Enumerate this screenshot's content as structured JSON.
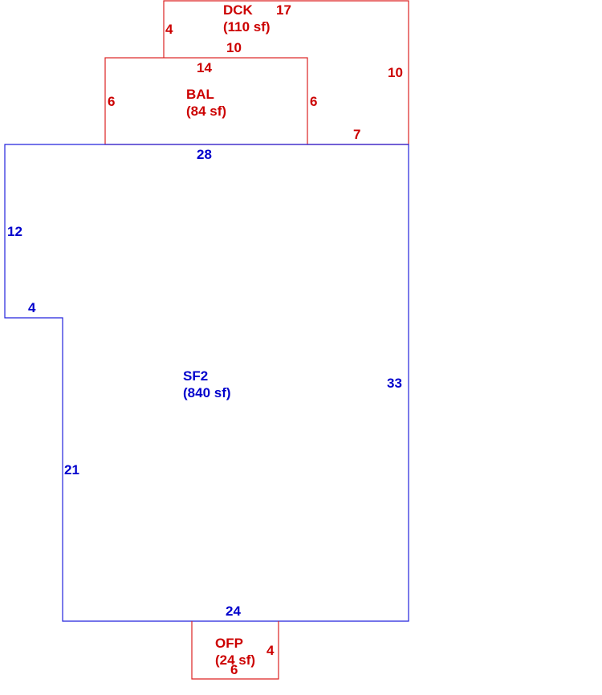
{
  "colors": {
    "deck_bal_ofp": "#cc0000",
    "living": "#0000cc"
  },
  "areas": {
    "dck": {
      "code": "DCK",
      "area": "(110 sf)"
    },
    "bal": {
      "code": "BAL",
      "area": "(84 sf)"
    },
    "sf2": {
      "code": "SF2",
      "area": "(840 sf)"
    },
    "ofp": {
      "code": "OFP",
      "area": "(24 sf)"
    }
  },
  "dims": {
    "dck": {
      "left": "4",
      "top": "17",
      "bottom": "10",
      "right": "10",
      "lower": "7"
    },
    "bal": {
      "top": "14",
      "left": "6",
      "right": "6"
    },
    "sf2": {
      "top": "28",
      "left_upper": "12",
      "notch": "4",
      "left_lower": "21",
      "right": "33",
      "bottom": "24"
    },
    "ofp": {
      "right": "4",
      "bottom": "6"
    }
  }
}
